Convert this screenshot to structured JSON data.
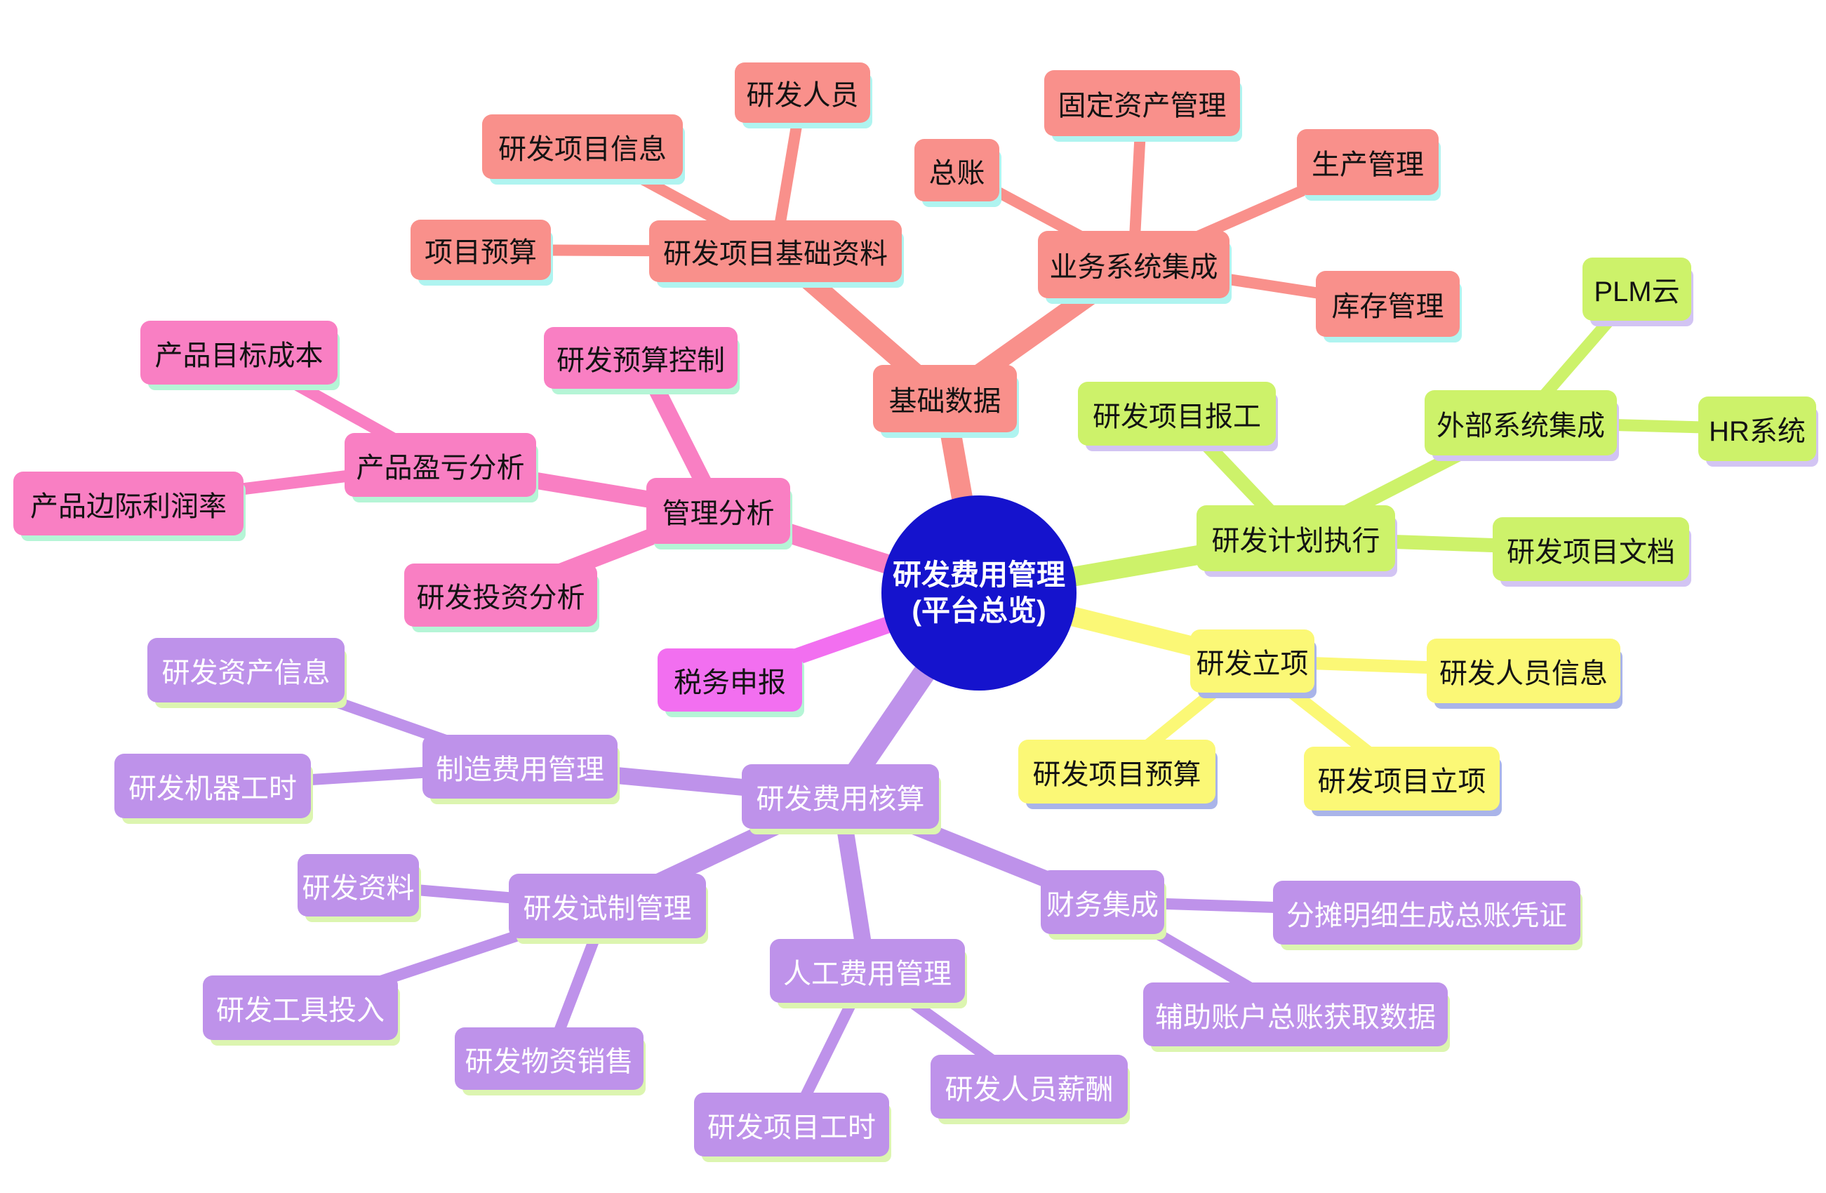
{
  "canvas": {
    "background": "#FFFFFF"
  },
  "center": {
    "label_line1": "研发费用管理",
    "label_line2": "(平台总览)",
    "bg_color": "#1513CD",
    "text_color": "#FFFFFF"
  },
  "branches": [
    {
      "name": "basic-data",
      "color": "#F9908B",
      "shadow_color": "#AFF4F0",
      "text_color": "#131313",
      "root": {
        "label": "基础数据"
      },
      "children": [
        {
          "label": "研发项目基础资料",
          "children": [
            {
              "label": "研发人员"
            },
            {
              "label": "研发项目信息"
            },
            {
              "label": "项目预算"
            }
          ]
        },
        {
          "label": "业务系统集成",
          "children": [
            {
              "label": "总账"
            },
            {
              "label": "固定资产管理"
            },
            {
              "label": "生产管理"
            },
            {
              "label": "库存管理"
            }
          ]
        }
      ]
    },
    {
      "name": "management-analysis",
      "color": "#F97FC3",
      "shadow_color": "#B5F5D6",
      "text_color": "#131313",
      "root": {
        "label": "管理分析"
      },
      "children": [
        {
          "label": "研发预算控制"
        },
        {
          "label": "产品盈亏分析",
          "children": [
            {
              "label": "产品目标成本"
            },
            {
              "label": "产品边际利润率"
            }
          ]
        },
        {
          "label": "研发投资分析"
        }
      ]
    },
    {
      "name": "tax-declaration",
      "color": "#F26FF0",
      "shadow_color": "#B5F5D6",
      "text_color": "#131313",
      "root": {
        "label": "税务申报"
      },
      "children": []
    },
    {
      "name": "rd-plan-execution",
      "color": "#CDF26A",
      "shadow_color": "#D2C4F3",
      "text_color": "#131313",
      "root": {
        "label": "研发计划执行"
      },
      "children": [
        {
          "label": "研发项目报工"
        },
        {
          "label": "外部系统集成",
          "children": [
            {
              "label": "PLM云"
            },
            {
              "label": "HR系统"
            }
          ]
        },
        {
          "label": "研发项目文档"
        }
      ]
    },
    {
      "name": "rd-project-initiation",
      "color": "#FBF876",
      "shadow_color": "#A9B4E9",
      "text_color": "#131313",
      "root": {
        "label": "研发立项"
      },
      "children": [
        {
          "label": "研发人员信息"
        },
        {
          "label": "研发项目预算"
        },
        {
          "label": "研发项目立项"
        }
      ]
    },
    {
      "name": "rd-expense-accounting",
      "color": "#BE92EA",
      "shadow_color": "#DCF5B0",
      "text_color": "#FFFFFF",
      "root": {
        "label": "研发费用核算"
      },
      "children": [
        {
          "label": "制造费用管理",
          "children": [
            {
              "label": "研发资产信息"
            },
            {
              "label": "研发机器工时"
            }
          ]
        },
        {
          "label": "研发试制管理",
          "children": [
            {
              "label": "研发资料"
            },
            {
              "label": "研发工具投入"
            },
            {
              "label": "研发物资销售"
            }
          ]
        },
        {
          "label": "人工费用管理",
          "children": [
            {
              "label": "研发项目工时"
            },
            {
              "label": "研发人员薪酬"
            }
          ]
        },
        {
          "label": "财务集成",
          "children": [
            {
              "label": "分摊明细生成总账凭证"
            },
            {
              "label": "辅助账户总账获取数据"
            }
          ]
        }
      ]
    }
  ]
}
